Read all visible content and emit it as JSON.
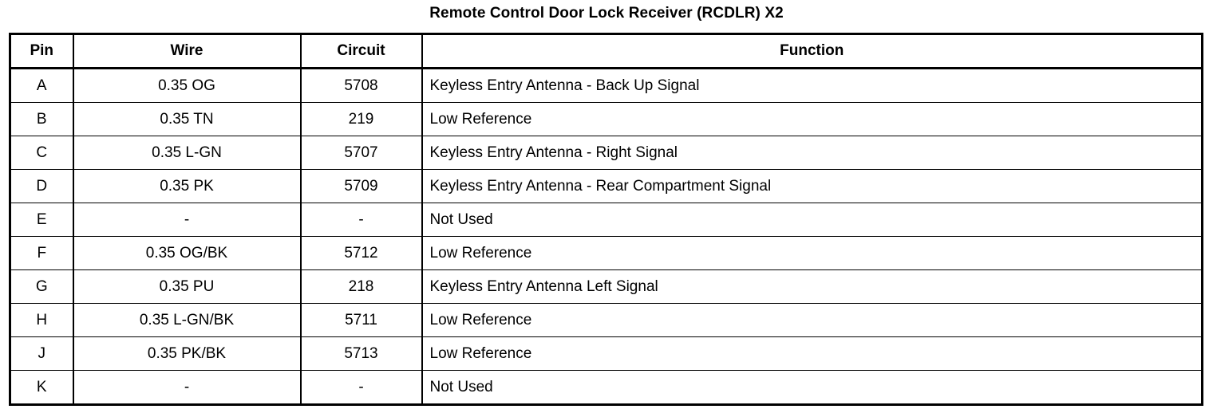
{
  "document": {
    "title": "Remote Control Door Lock Receiver (RCDLR) X2"
  },
  "table": {
    "columns": [
      {
        "key": "pin",
        "label": "Pin"
      },
      {
        "key": "wire",
        "label": "Wire"
      },
      {
        "key": "circuit",
        "label": "Circuit"
      },
      {
        "key": "function",
        "label": "Function"
      }
    ],
    "rows": [
      {
        "pin": "A",
        "wire": "0.35 OG",
        "circuit": "5708",
        "function": "Keyless Entry Antenna - Back Up Signal"
      },
      {
        "pin": "B",
        "wire": "0.35 TN",
        "circuit": "219",
        "function": "Low Reference"
      },
      {
        "pin": "C",
        "wire": "0.35 L-GN",
        "circuit": "5707",
        "function": "Keyless Entry Antenna - Right Signal"
      },
      {
        "pin": "D",
        "wire": "0.35 PK",
        "circuit": "5709",
        "function": "Keyless Entry Antenna - Rear Compartment Signal"
      },
      {
        "pin": "E",
        "wire": "-",
        "circuit": "-",
        "function": "Not Used"
      },
      {
        "pin": "F",
        "wire": "0.35 OG/BK",
        "circuit": "5712",
        "function": "Low Reference"
      },
      {
        "pin": "G",
        "wire": "0.35 PU",
        "circuit": "218",
        "function": "Keyless Entry Antenna Left Signal"
      },
      {
        "pin": "H",
        "wire": "0.35 L-GN/BK",
        "circuit": "5711",
        "function": "Low Reference"
      },
      {
        "pin": "J",
        "wire": "0.35 PK/BK",
        "circuit": "5713",
        "function": "Low Reference"
      },
      {
        "pin": "K",
        "wire": "-",
        "circuit": "-",
        "function": "Not Used"
      }
    ]
  },
  "colors": {
    "border": "#000000",
    "text": "#000000",
    "background": "#ffffff"
  }
}
